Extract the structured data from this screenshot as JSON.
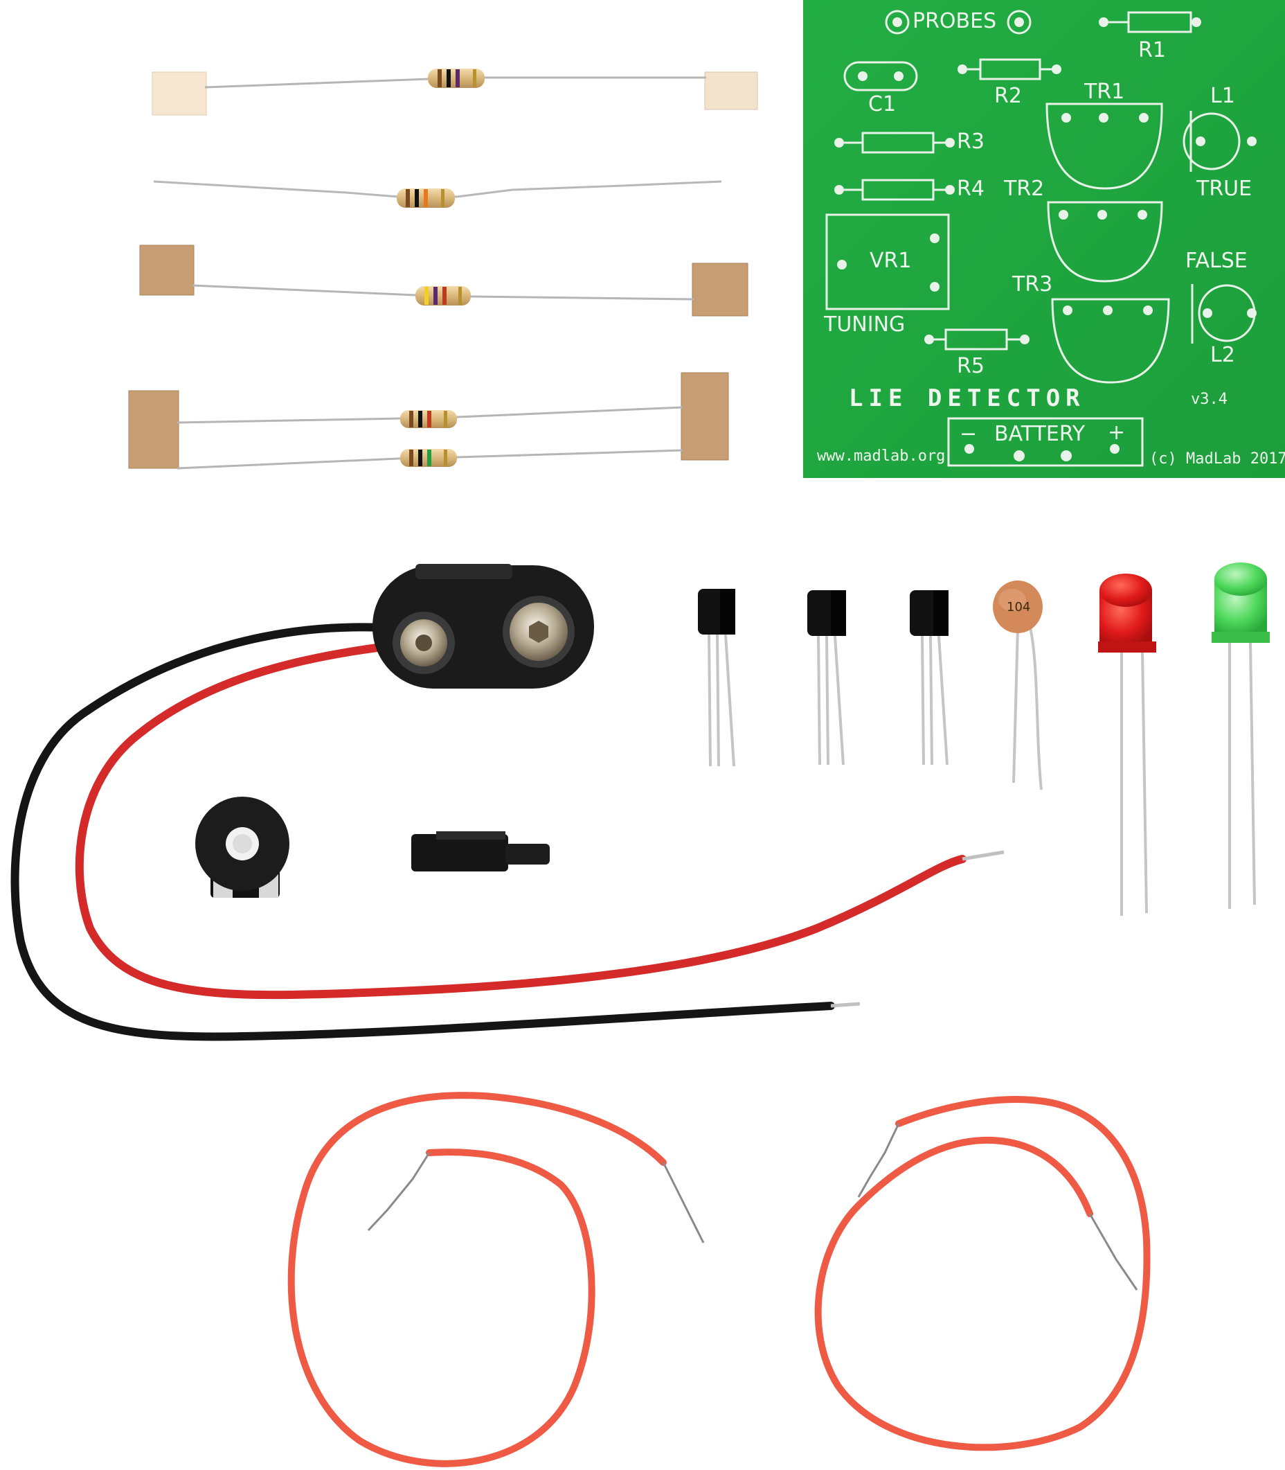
{
  "pcb": {
    "probes": "PROBES",
    "r1": "R1",
    "r2": "R2",
    "r3": "R3",
    "r4": "R4",
    "r5": "R5",
    "c1": "C1",
    "tr1": "TR1",
    "tr2": "TR2",
    "tr3": "TR3",
    "l1": "L1",
    "l2": "L2",
    "true_label": "TRUE",
    "false_label": "FALSE",
    "vr1": "VR1",
    "tuning": "TUNING",
    "title": "LIE DETECTOR",
    "version": "v3.4",
    "battery": "BATTERY",
    "minus": "−",
    "plus": "+",
    "website": "www.madlab.org",
    "copyright": "(c) MadLab 2017"
  },
  "capacitor": {
    "code": "104"
  },
  "colors": {
    "pcb_green": "#1fa83f",
    "silkscreen": "#e8f2e8",
    "wire_red": "#d42a2a",
    "wire_black": "#151515",
    "loose_wire": "#ef5a45",
    "led_red": "#e01a1a",
    "led_green": "#4dd85a"
  }
}
